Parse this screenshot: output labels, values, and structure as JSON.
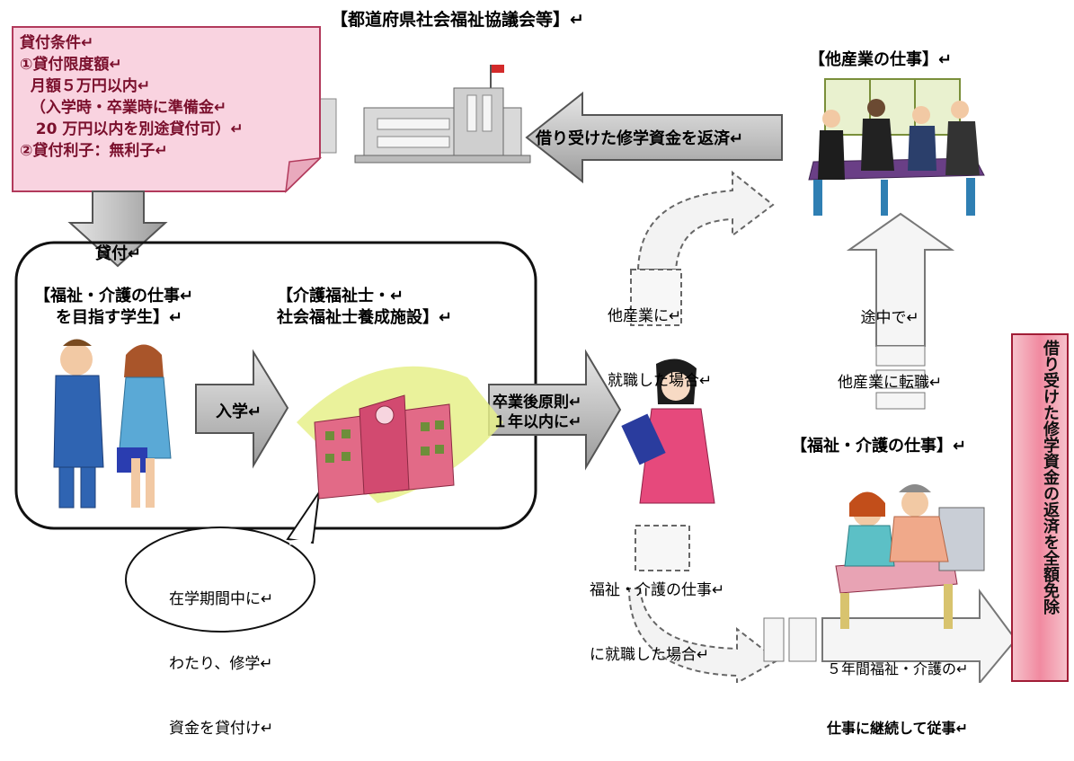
{
  "top_org_title": "【都道府県社会福祉協議会等】↵",
  "loan_conditions": {
    "heading": "貸付条件↵",
    "lines": [
      "①貸付限度額↵",
      "  月額５万円以内↵",
      "  （入学時・卒業時に準備金↵",
      "   20 万円以内を別途貸付可）↵",
      "②貸付利子：無利子↵"
    ]
  },
  "repay_arrow_label": "借り受けた修学資金を返済↵",
  "other_industry_title": "【他産業の仕事】↵",
  "loan_arrow_label": "貸付↵",
  "student_title": [
    "【福祉・介護の仕事↵",
    "を目指す学生】↵"
  ],
  "school_title": [
    "【介護福祉士・↵",
    "社会福祉士養成施設】↵"
  ],
  "enroll_label": "入学↵",
  "graduate_label": [
    "卒業後原則↵",
    "１年以内に↵"
  ],
  "other_industry_employed": [
    "他産業に↵",
    "就職した場合↵"
  ],
  "midway_change": [
    "途中で↵",
    "他産業に転職↵"
  ],
  "welfare_work_title": "【福祉・介護の仕事】↵",
  "bubble_text": [
    "在学期間中に↵",
    "わたり、修学↵",
    "資金を貸付け↵"
  ],
  "welfare_employed": [
    "福祉・介護の仕事↵",
    "に就職した場合↵"
  ],
  "five_years_label": [
    "５年間福祉・介護の↵",
    "仕事に継続して従事↵"
  ],
  "exemption_label": "借り受けた修学資金の返済を全額免除",
  "colors": {
    "conditions_fill": "#f9d3e0",
    "conditions_border": "#b23a5c",
    "arrow_gray": "#b7b7b7",
    "arrow_light": "#f2f2f2",
    "exemption_fill": "#f3a7b5",
    "exemption_border": "#a11d36"
  }
}
